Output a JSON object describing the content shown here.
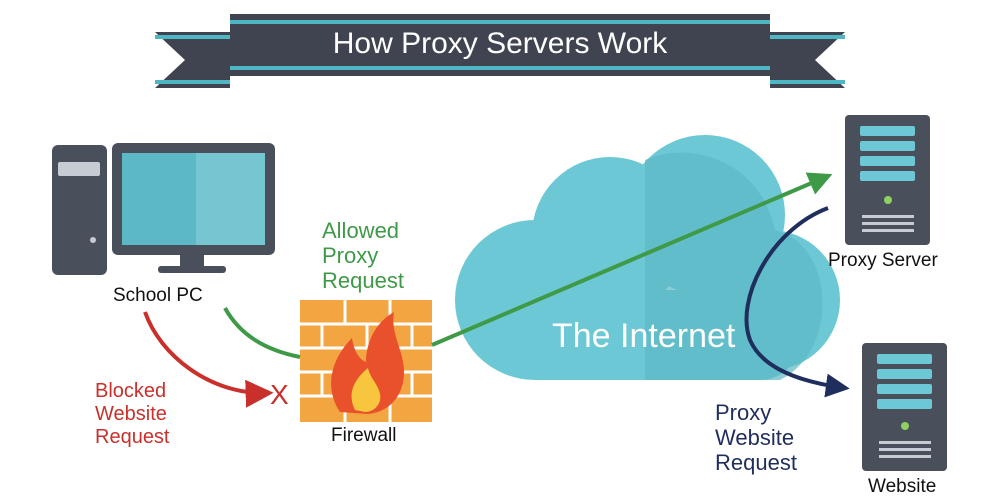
{
  "banner": {
    "title": "How Proxy Servers Work"
  },
  "labels": {
    "school_pc": "School PC",
    "firewall": "Firewall",
    "internet": "The Internet",
    "proxy_server": "Proxy Server",
    "website": "Website",
    "blocked": "Blocked\nWebsite\nRequest",
    "allowed": "Allowed\nProxy\nRequest",
    "proxy_request": "Proxy\nWebsite\nRequest",
    "block_mark": "X"
  },
  "colors": {
    "banner": "#3f4450",
    "banner_stripe": "#4fb6c4",
    "cloud": "#6cc8d4",
    "blocked_arrow": "#c9302c",
    "allowed_arrow": "#3f9a48",
    "proxy_arrow": "#1f2e5c",
    "server_body": "#4a4f5c"
  }
}
